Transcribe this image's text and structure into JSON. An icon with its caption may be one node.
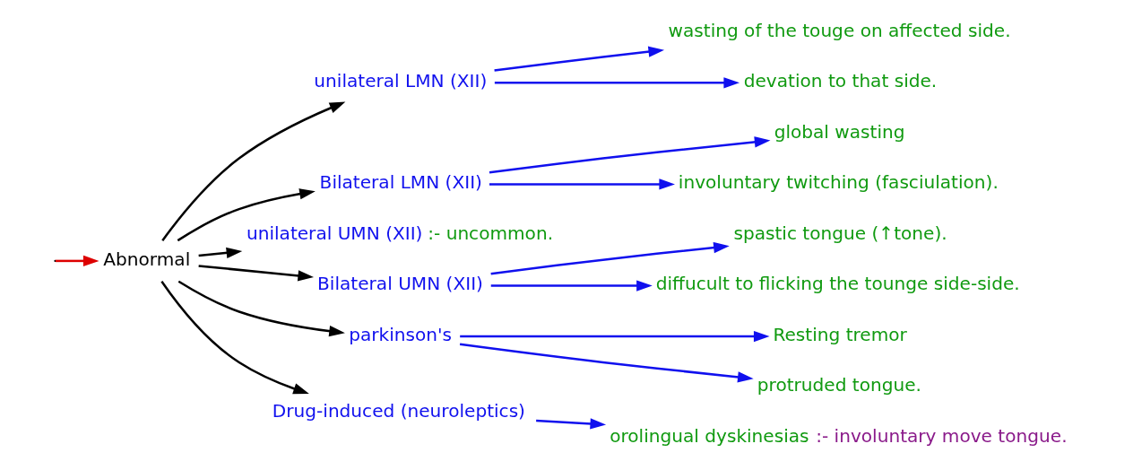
{
  "diagram": {
    "nodes": [
      {
        "text": [
          "Abnormal"
        ]
      },
      {
        "text": [
          "unilateral LMN (XII)"
        ]
      },
      {
        "text": [
          "wasting of the touge on affected side."
        ]
      },
      {
        "text": [
          "devation to that side."
        ]
      },
      {
        "text": [
          "Bilateral LMN (XII)"
        ]
      },
      {
        "text": [
          "global wasting"
        ]
      },
      {
        "text": [
          "involuntary twitching (fasciulation)."
        ]
      },
      {
        "text": [
          "unilateral UMN (XII)"
        ],
        "beside": [
          ":- uncommon."
        ]
      },
      {
        "text": [
          "Bilateral UMN (XII)"
        ]
      },
      {
        "text": [
          "spastic tongue (↑tone)."
        ]
      },
      {
        "text": [
          "diffucult to flicking the tounge side-side."
        ]
      },
      {
        "text": [
          "parkinson's"
        ]
      },
      {
        "text": [
          "Resting tremor"
        ]
      },
      {
        "text": [
          "protruded tongue."
        ]
      },
      {
        "text": [
          "Drug-induced (neuroleptics)"
        ]
      },
      {
        "text": [
          "orolingual dyskinesias"
        ],
        "beside": [
          ":- involuntary move tongue."
        ]
      }
    ],
    "edges": [
      {
        "from": null,
        "to": 0,
        "arrow": "to",
        "color": "#dd0000"
      },
      {
        "from": 0,
        "to": 1,
        "arrow": "to",
        "color": "#000000"
      },
      {
        "from": 0,
        "to": 4,
        "arrow": "to",
        "color": "#000000"
      },
      {
        "from": 0,
        "to": 7,
        "arrow": "to",
        "color": "#000000"
      },
      {
        "from": 0,
        "to": 8,
        "arrow": "to",
        "color": "#000000"
      },
      {
        "from": 0,
        "to": 11,
        "arrow": "to",
        "color": "#000000"
      },
      {
        "from": 0,
        "to": 14,
        "arrow": "to",
        "color": "#000000"
      },
      {
        "from": 1,
        "to": 2,
        "arrow": "to"
      },
      {
        "from": 1,
        "to": 3,
        "arrow": "to"
      },
      {
        "from": 4,
        "to": 5,
        "arrow": "to"
      },
      {
        "from": 4,
        "to": 6,
        "arrow": "to"
      },
      {
        "from": 8,
        "to": 9,
        "arrow": "to"
      },
      {
        "from": 8,
        "to": 10,
        "arrow": "to"
      },
      {
        "from": 11,
        "to": 12,
        "arrow": "to"
      },
      {
        "from": 11,
        "to": 13,
        "arrow": "to"
      },
      {
        "from": 14,
        "to": 15,
        "arrow": "to"
      }
    ]
  }
}
